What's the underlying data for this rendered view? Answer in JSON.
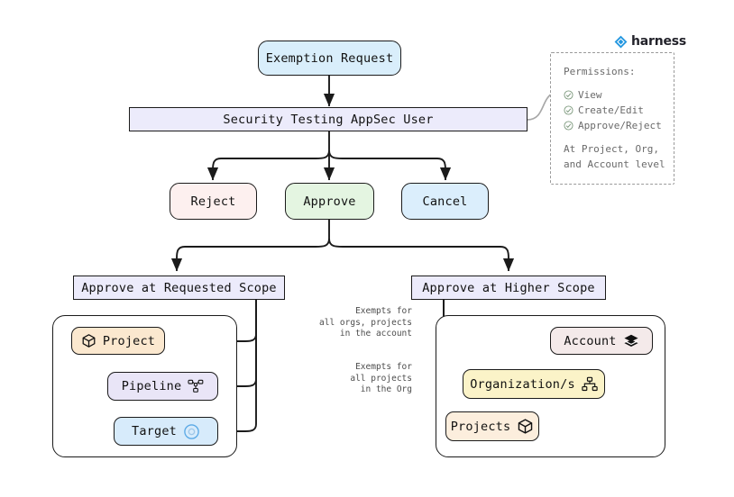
{
  "brand": {
    "name": "harness",
    "icon": "harness-diamond-icon",
    "color": "#2397e0"
  },
  "diagram": {
    "nodes": {
      "exemption_request": {
        "label": "Exemption Request",
        "color": "#d9eefb"
      },
      "appsec_user": {
        "label": "Security Testing AppSec User",
        "color": "#ecebfb"
      },
      "reject": {
        "label": "Reject",
        "color": "#fdf0ef"
      },
      "approve": {
        "label": "Approve",
        "color": "#e4f5e1"
      },
      "cancel": {
        "label": "Cancel",
        "color": "#dbeefc"
      },
      "requested_scope": {
        "label": "Approve at Requested Scope",
        "color": "#ecebfb"
      },
      "higher_scope": {
        "label": "Approve at Higher Scope",
        "color": "#ecebfb"
      },
      "project": {
        "label": "Project",
        "icon": "cube-icon",
        "color": "#fbe8cf"
      },
      "pipeline": {
        "label": "Pipeline",
        "icon": "pipeline-nodes-icon",
        "color": "#e9e5f7"
      },
      "target": {
        "label": "Target",
        "icon": "target-circle-icon",
        "color": "#d7ebfb"
      },
      "account": {
        "label": "Account",
        "icon": "layers-icon",
        "color": "#f4eaea"
      },
      "organizations": {
        "label": "Organization/s",
        "icon": "org-chart-icon",
        "color": "#fbf3c8"
      },
      "projects": {
        "label": "Projects",
        "icon": "cube-icon",
        "color": "#fceedd"
      }
    },
    "edge_labels": {
      "account_exempt": "Exempts for\nall orgs, projects\nin the account",
      "org_exempt": "Exempts for\nall projects\nin the Org"
    }
  },
  "permissions": {
    "title": "Permissions:",
    "items": [
      {
        "icon": "check-circle-icon",
        "label": "View"
      },
      {
        "icon": "check-circle-icon",
        "label": "Create/Edit"
      },
      {
        "icon": "check-circle-icon",
        "label": "Approve/Reject"
      }
    ],
    "footer_line1": "At Project, Org,",
    "footer_line2": "and Account level"
  }
}
